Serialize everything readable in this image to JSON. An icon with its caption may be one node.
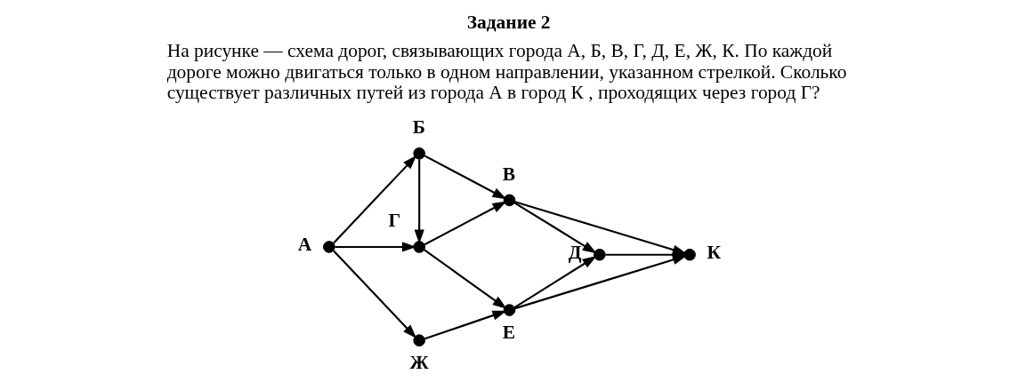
{
  "diagram": {
    "title": "Задание 2",
    "nodes": [
      {
        "text": [],
        "shape": "circle",
        "beside": [
          "А"
        ]
      },
      {
        "text": [],
        "shape": "circle",
        "beside": [
          "Б"
        ]
      },
      {
        "text": [],
        "shape": "circle",
        "beside": [
          "В"
        ]
      },
      {
        "text": [],
        "shape": "circle",
        "beside": [
          "Г"
        ]
      },
      {
        "text": [],
        "shape": "circle",
        "beside": [
          "Д"
        ]
      },
      {
        "text": [],
        "shape": "circle",
        "beside": [
          "Е"
        ]
      },
      {
        "text": [],
        "shape": "circle",
        "beside": [
          "Ж"
        ]
      },
      {
        "text": [],
        "shape": "circle",
        "beside": [
          "К"
        ]
      }
    ],
    "edges": [
      {
        "from": 0,
        "to": 1,
        "arrow": "to"
      },
      {
        "from": 0,
        "to": 3,
        "arrow": "to"
      },
      {
        "from": 0,
        "to": 6,
        "arrow": "to"
      },
      {
        "from": 1,
        "to": 2,
        "arrow": "to"
      },
      {
        "from": 1,
        "to": 3,
        "arrow": "to"
      },
      {
        "from": 3,
        "to": 2,
        "arrow": "to"
      },
      {
        "from": 3,
        "to": 5,
        "arrow": "to"
      },
      {
        "from": 6,
        "to": 5,
        "arrow": "to"
      },
      {
        "from": 2,
        "to": 4,
        "arrow": "to"
      },
      {
        "from": 2,
        "to": 7,
        "arrow": "to"
      },
      {
        "from": 5,
        "to": 4,
        "arrow": "to"
      },
      {
        "from": 5,
        "to": 7,
        "arrow": "to"
      },
      {
        "from": 4,
        "to": 7,
        "arrow": "to"
      }
    ],
    "labels": [
      "На рисунке — схема дорог, связывающих города А, Б, В, Г, Д, Е, Ж, К. По каждой дороге можно двигаться только в одном направлении, указанном стрелкой. Сколько существует различных путей из города А в город К , проходящих через город Г?"
    ]
  }
}
